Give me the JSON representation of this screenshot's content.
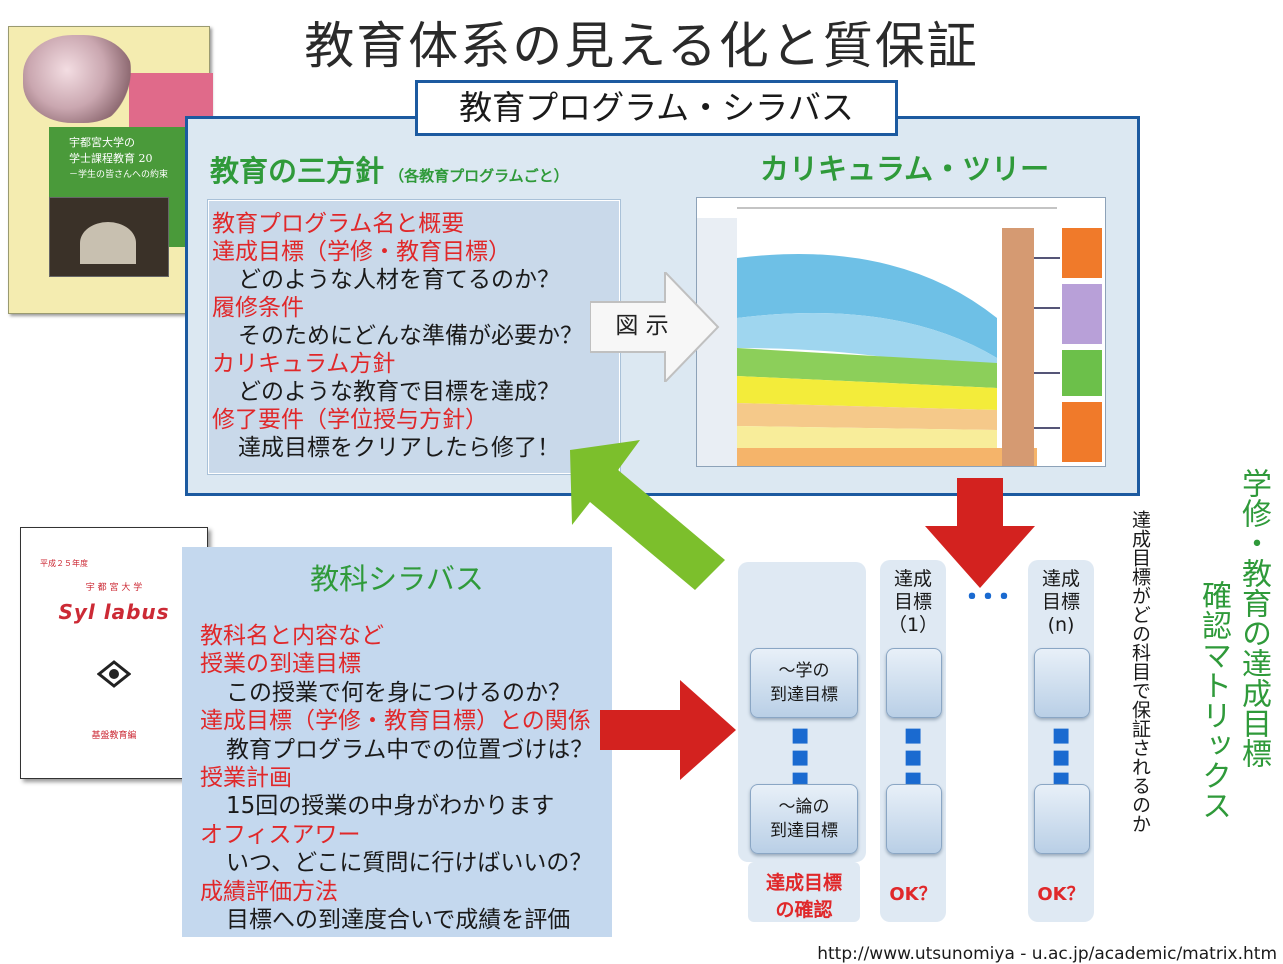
{
  "title": "教育体系の見える化と質保証",
  "program": {
    "label": "教育プログラム・シラバス",
    "policies_heading": "教育の三方針",
    "policies_sub": "（各教育プログラムごと）",
    "tree_heading": "カリキュラム・ツリー",
    "illustrate": "図 示",
    "lines": [
      {
        "t": "教育プログラム名と概要",
        "red": true
      },
      {
        "t": "達成目標（学修・教育目標）",
        "red": true
      },
      {
        "t": "どのような人材を育てるのか？",
        "red": false
      },
      {
        "t": "履修条件",
        "red": true
      },
      {
        "t": "そのためにどんな準備が必要か？",
        "red": false
      },
      {
        "t": "カリキュラム方針",
        "red": true
      },
      {
        "t": "どのような教育で目標を達成？",
        "red": false
      },
      {
        "t": "修了要件（学位授与方針）",
        "red": true
      },
      {
        "t": "達成目標をクリアしたら修了！",
        "red": false
      }
    ]
  },
  "cover": {
    "line1": "宇都宮大学の",
    "line2": "学士課程教育 20",
    "line3": "－学生の皆さんへの約束"
  },
  "syllabus_cover": {
    "top": "平成２５年度",
    "univ": "宇 都 宮 大 学",
    "title": "Syl labus",
    "bottom": "基盤教育編"
  },
  "subject": {
    "heading": "教科シラバス",
    "lines": [
      {
        "t": "教科名と内容など",
        "red": true
      },
      {
        "t": "授業の到達目標",
        "red": true
      },
      {
        "t": "この授業で何を身につけるのか？",
        "red": false
      },
      {
        "t": "達成目標（学修・教育目標）との関係",
        "red": true
      },
      {
        "t": "教育プログラム中での位置づけは？",
        "red": false
      },
      {
        "t": "授業計画",
        "red": true
      },
      {
        "t": "15回の授業の中身がわかります",
        "red": false
      },
      {
        "t": "オフィスアワー",
        "red": true
      },
      {
        "t": "いつ、どこに質問に行けばいいの？",
        "red": false
      },
      {
        "t": "成績評価方法",
        "red": true
      },
      {
        "t": "目標への到達度合いで成績を評価",
        "red": false
      }
    ]
  },
  "matrix": {
    "cell_a_1": "～学の",
    "cell_a_2": "到達目標",
    "cell_b_1": "～論の",
    "cell_b_2": "到達目標",
    "confirm_1": "達成目標",
    "confirm_2": "の確認",
    "col1_1": "達成",
    "col1_2": "目標",
    "col1_3": "（1）",
    "coln_1": "達成",
    "coln_2": "目標",
    "coln_3": "(n)",
    "ok": "OK？",
    "ellipsis": "･･･",
    "question": "達成目標がどの科目で保証されるのか",
    "side_title_1": "学修・教育の達成目標",
    "side_title_2": "確認マトリックス"
  },
  "url": "http://www.utsunomiya - u.ac.jp/academic/matrix.htm",
  "colors": {
    "accent_blue": "#1c5aa0",
    "heading_green": "#2f9a3a",
    "text_red": "#e0282a",
    "arrow_red": "#d3221f",
    "arrow_green": "#7cbf2c"
  }
}
